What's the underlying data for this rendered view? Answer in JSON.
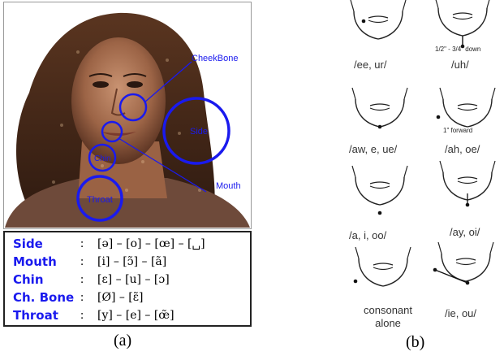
{
  "panel_a": {
    "face_labels": {
      "cheekbone": "CheekBone",
      "side": "Side",
      "mouth": "Mouth",
      "chin": "Chin",
      "throat": "Throat"
    },
    "legend": [
      {
        "name": "Side",
        "colon": ":",
        "ipa": "[ə] – [o] – [œ] – [␣]"
      },
      {
        "name": "Mouth",
        "colon": ":",
        "ipa": "[i] – [ɔ̃] – [ã]"
      },
      {
        "name": "Chin",
        "colon": ":",
        "ipa": "[ɛ] – [u] – [ɔ]"
      },
      {
        "name": "Ch. Bone",
        "colon": ":",
        "ipa": "[Ø] – [ɛ̃]"
      },
      {
        "name": "Throat",
        "colon": ":",
        "ipa": "[y] – [e] – [œ̃]"
      }
    ],
    "caption": "(a)"
  },
  "panel_b": {
    "cells": [
      {
        "label": "/ee, ur/",
        "note": ""
      },
      {
        "label": "/uh/",
        "note": "1/2\" - 3/4\" down"
      },
      {
        "label": "/aw, e, ue/",
        "note": ""
      },
      {
        "label": "/ah, oe/",
        "note": "1\" forward"
      },
      {
        "label": "/a, i, oo/",
        "note": ""
      },
      {
        "label": "/ay, oi/",
        "note": ""
      },
      {
        "label": "consonant",
        "label2": "alone",
        "note": ""
      },
      {
        "label": "/ie, ou/",
        "note": ""
      }
    ],
    "caption": "(b)"
  },
  "colors": {
    "accent_blue": "#1a1aee",
    "face_dark": "#3b1f14",
    "face_skin": "#b07a5a"
  }
}
